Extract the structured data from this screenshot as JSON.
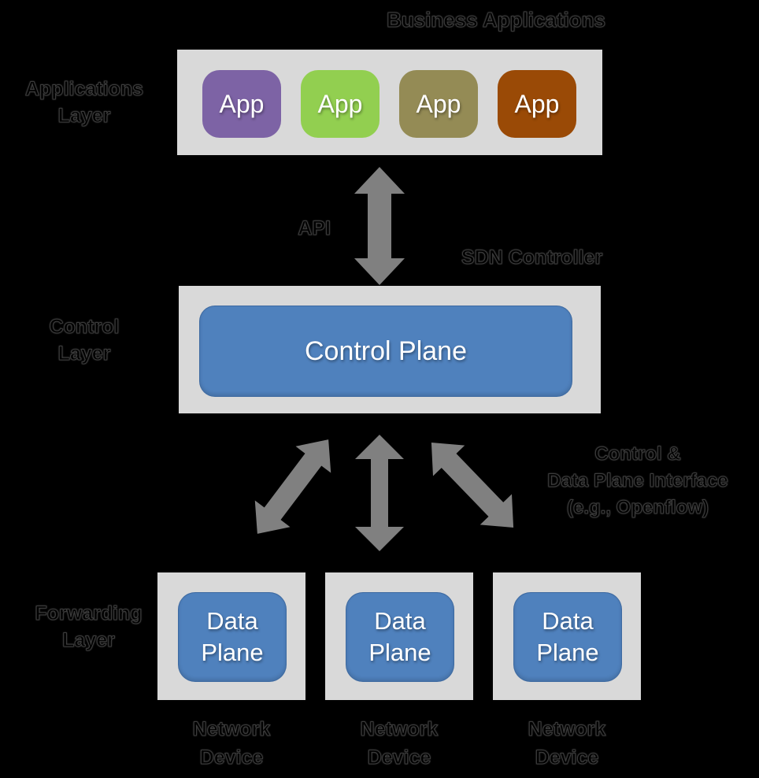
{
  "diagram": {
    "title": "Business Applications",
    "api_label": "API",
    "sdn_controller_label": "SDN Controller",
    "cdpi_label": {
      "line1": "Control &",
      "line2": "Data Plane Interface",
      "line3": "(e.g., Openflow)"
    },
    "applications_layer": {
      "label": {
        "line1": "Applications",
        "line2": "Layer"
      },
      "apps": [
        {
          "label": "App",
          "color": "#7D63A5"
        },
        {
          "label": "App",
          "color": "#92CF50"
        },
        {
          "label": "App",
          "color": "#948B55"
        },
        {
          "label": "App",
          "color": "#9A4A06"
        }
      ]
    },
    "control_layer": {
      "label": {
        "line1": "Control",
        "line2": "Layer"
      },
      "plane_label": "Control Plane"
    },
    "forwarding_layer": {
      "label": {
        "line1": "Forwarding",
        "line2": "Layer"
      },
      "devices": [
        {
          "plane_line1": "Data",
          "plane_line2": "Plane",
          "caption_line1": "Network",
          "caption_line2": "Device"
        },
        {
          "plane_line1": "Data",
          "plane_line2": "Plane",
          "caption_line1": "Network",
          "caption_line2": "Device"
        },
        {
          "plane_line1": "Data",
          "plane_line2": "Plane",
          "caption_line1": "Network",
          "caption_line2": "Device"
        }
      ]
    },
    "colors": {
      "background": "#000000",
      "panel": "#D9D9D9",
      "plane_blue": "#4F81BD",
      "arrow_gray": "#808080"
    }
  }
}
